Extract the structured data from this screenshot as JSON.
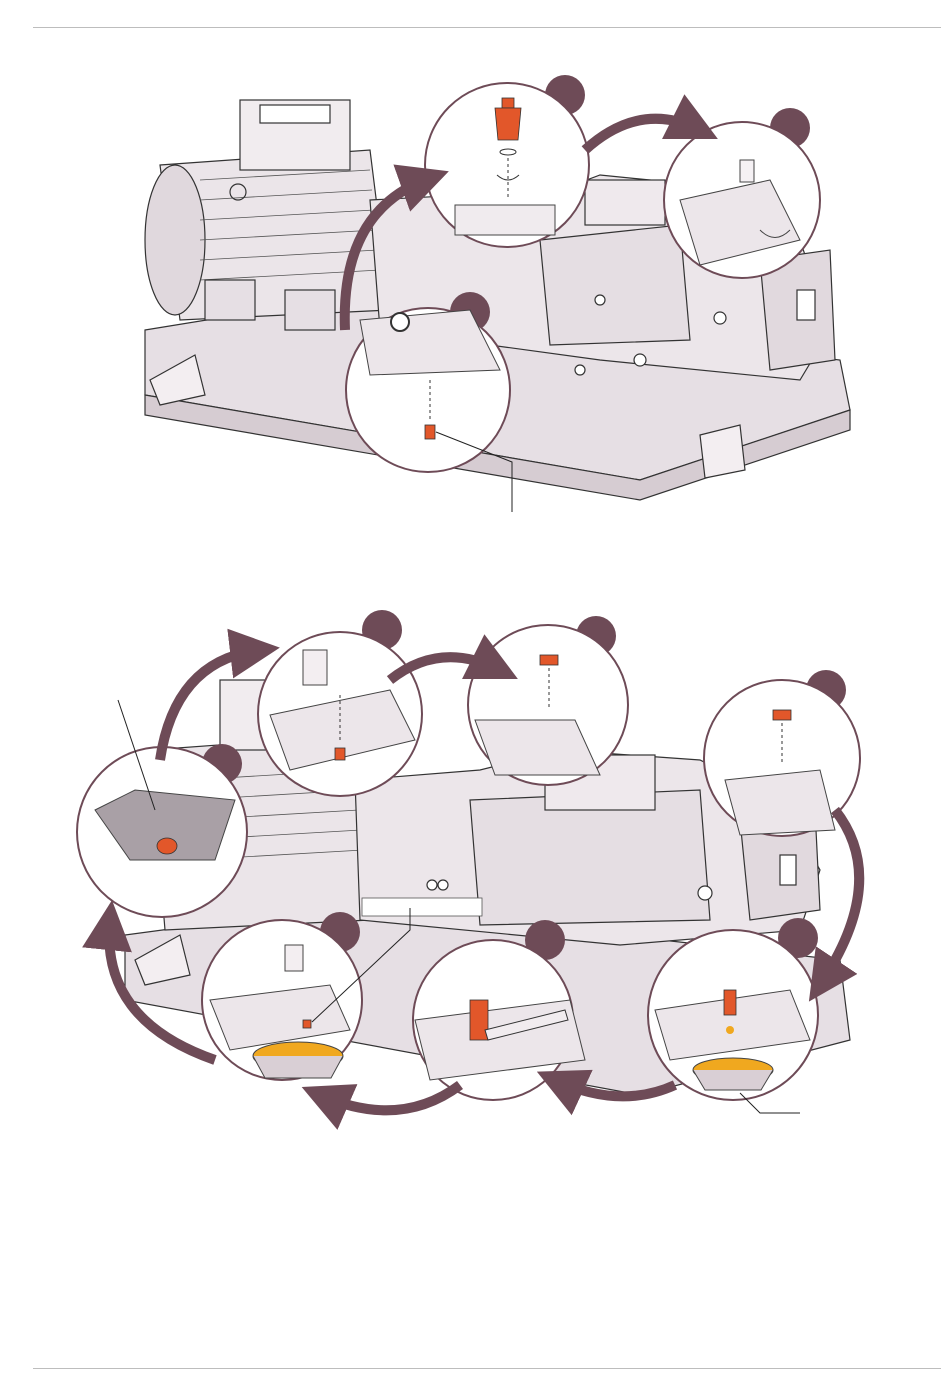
{
  "figures": [
    {
      "subject": "pump-maintenance-top",
      "callouts": 3,
      "highlight_color": "#e2572a",
      "arrow_color": "#6e4b57",
      "machine_fill": "#e8e2e6"
    },
    {
      "subject": "pump-oil-change-bottom",
      "callouts": 7,
      "highlight_color": "#e2572a",
      "oil_color": "#f0a81f",
      "arrow_color": "#6e4b57",
      "machine_fill": "#e8e2e6"
    }
  ],
  "icons": {
    "oil_filter": "oil-filter-icon",
    "drain_plug": "drain-plug-icon",
    "wrench": "wrench-icon",
    "oil_pan": "oil-pan-icon",
    "rotate_arrow": "rotate-arrow-icon"
  }
}
